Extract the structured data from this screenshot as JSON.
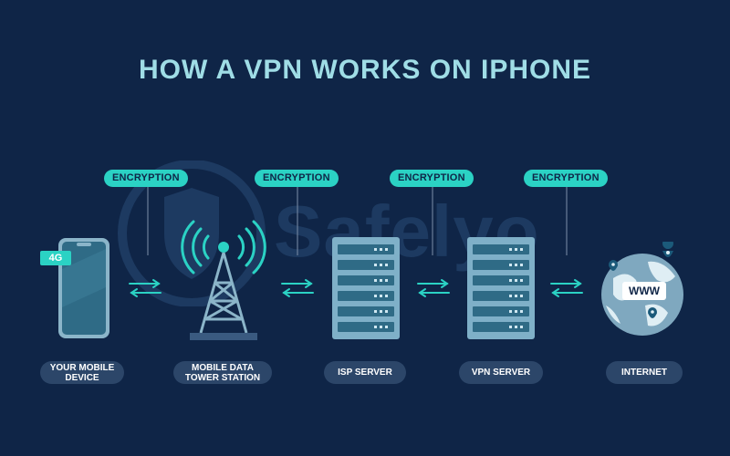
{
  "title": "HOW A VPN WORKS ON IPHONE",
  "watermark": "Safelyo",
  "encryption_labels": [
    "ENCRYPTION",
    "ENCRYPTION",
    "ENCRYPTION",
    "ENCRYPTION"
  ],
  "phone_badge": "4G",
  "globe_badge": "WWW",
  "nodes": [
    {
      "line1": "YOUR MOBILE",
      "line2": "DEVICE"
    },
    {
      "line1": "MOBILE DATA",
      "line2": "TOWER STATION"
    },
    {
      "line1": "ISP SERVER",
      "line2": ""
    },
    {
      "line1": "VPN SERVER",
      "line2": ""
    },
    {
      "line1": "INTERNET",
      "line2": ""
    }
  ],
  "colors": {
    "background": "#0f2547",
    "accent": "#2bd2c4",
    "title": "#9fdde6",
    "label_bg": "#2c4669"
  },
  "icons": [
    "smartphone-icon",
    "radio-tower-icon",
    "server-rack-icon",
    "server-rack-icon",
    "globe-icon",
    "bidirectional-arrows-icon",
    "map-pin-icon"
  ]
}
